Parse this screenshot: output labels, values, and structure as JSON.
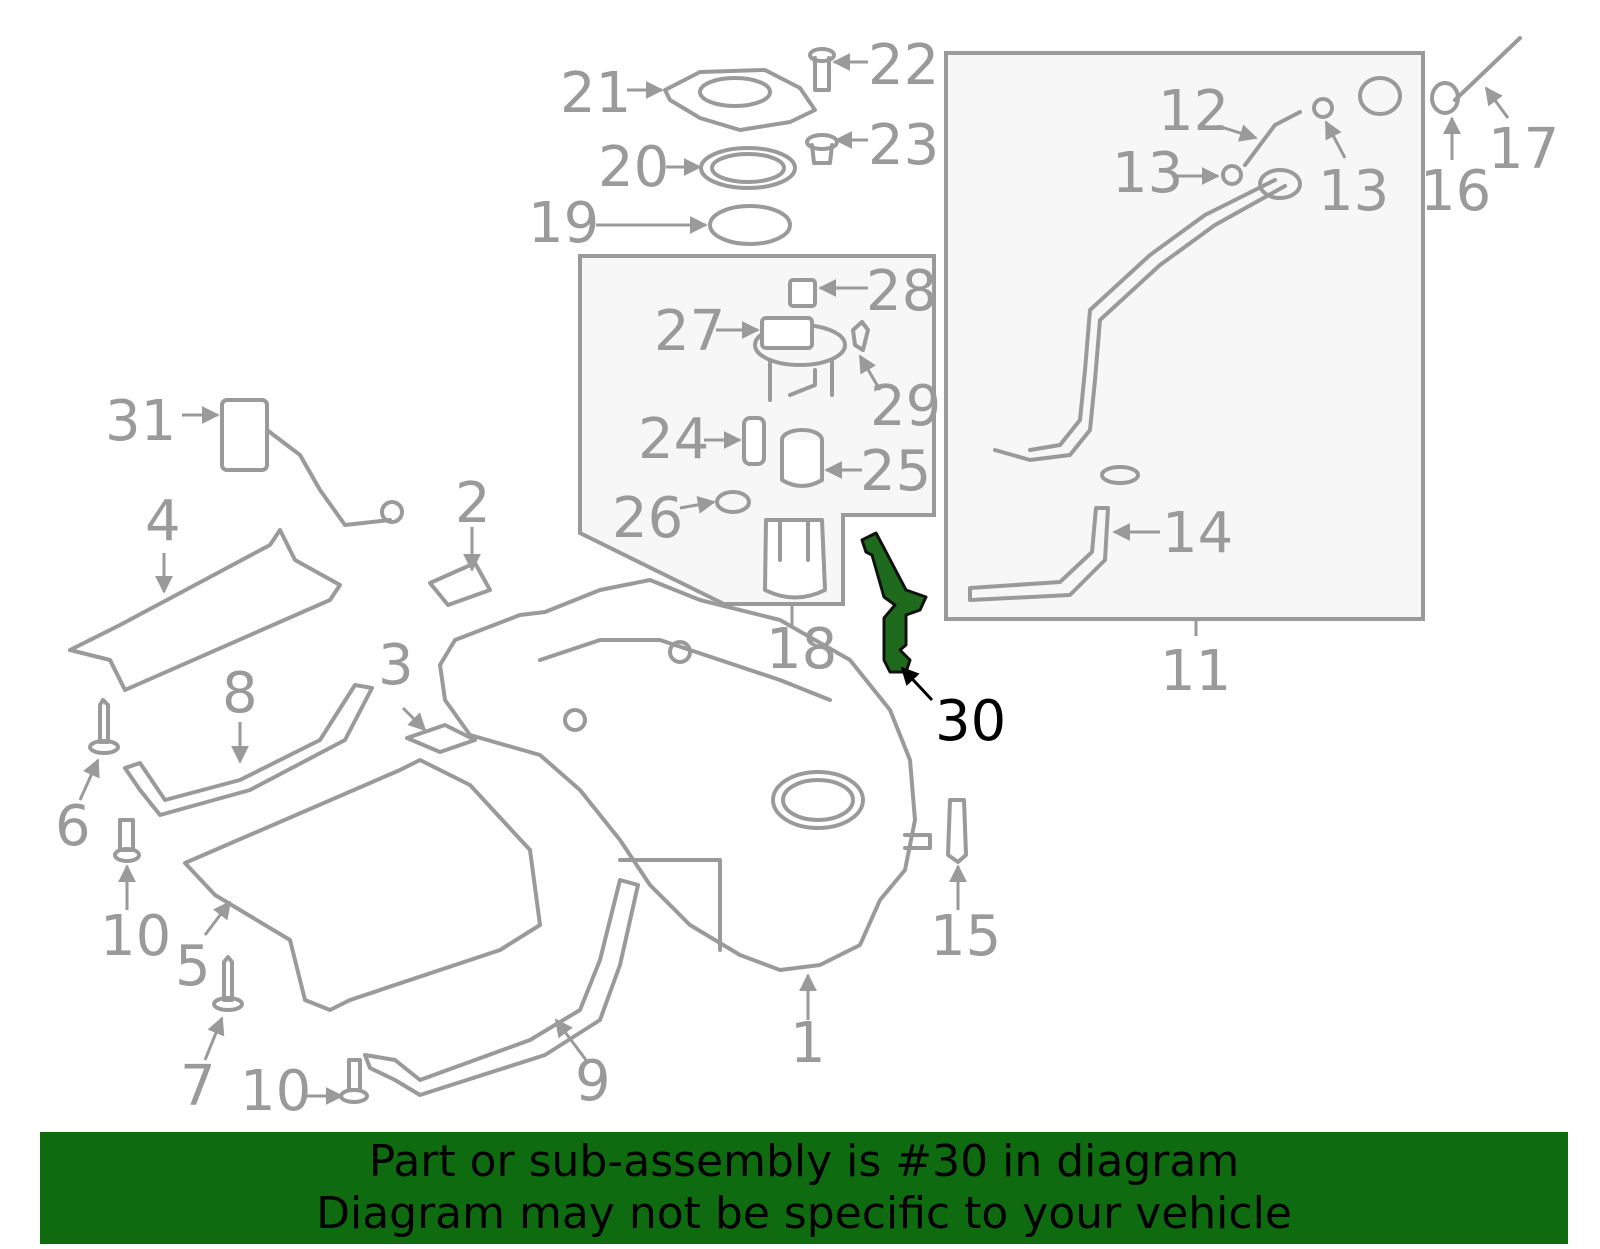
{
  "callouts": [
    "1",
    "2",
    "3",
    "4",
    "5",
    "6",
    "7",
    "8",
    "9",
    "10",
    "10",
    "11",
    "12",
    "13",
    "13",
    "14",
    "15",
    "16",
    "17",
    "18",
    "19",
    "20",
    "21",
    "22",
    "23",
    "24",
    "25",
    "26",
    "27",
    "28",
    "29",
    "30",
    "31"
  ],
  "highlight": {
    "part": "30",
    "color": "#0f6b0f"
  },
  "banner": {
    "line1": "Part or sub-assembly is #30 in diagram",
    "line2": "Diagram may not be specific to your vehicle"
  }
}
